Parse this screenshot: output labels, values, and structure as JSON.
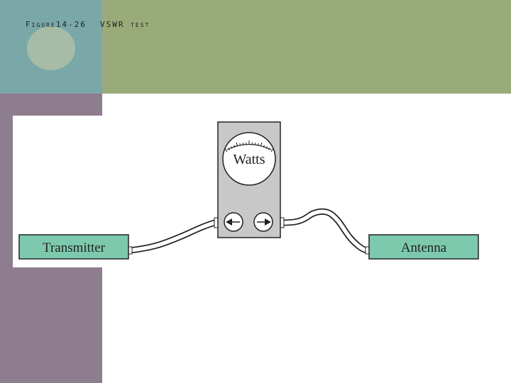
{
  "slide": {
    "figure_label": "Figure14-26",
    "title": "VSWR test"
  },
  "diagram": {
    "meter_label": "Watts",
    "transmitter_label": "Transmitter",
    "antenna_label": "Antenna",
    "arrow_left_icon": "arrow-left-icon",
    "arrow_right_icon": "arrow-right-icon"
  },
  "colors": {
    "teal": "#7aa8a8",
    "olive": "#9aab7a",
    "mauve": "#8e7d8e",
    "box_fill": "#7dc9ad",
    "meter_fill": "#c8c8c8"
  }
}
